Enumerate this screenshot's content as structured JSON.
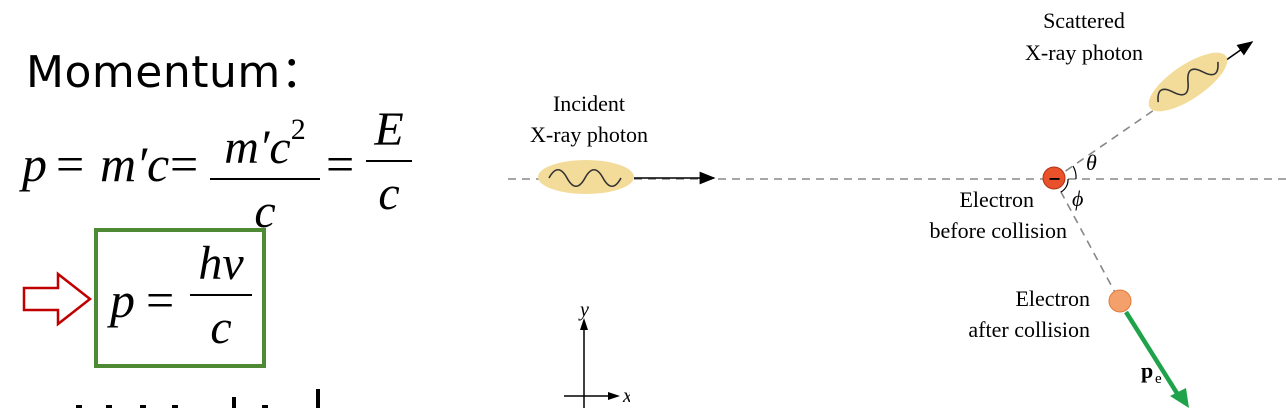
{
  "left_panel": {
    "heading": "Momentum：",
    "equation": {
      "lhs": "p",
      "term1": "m′c",
      "frac1_numerator": "m′c",
      "frac1_numerator_power": "2",
      "frac1_denominator": "c",
      "frac2_numerator": "E",
      "frac2_denominator": "c"
    },
    "result": {
      "lhs": "p",
      "numerator": "hν",
      "denominator": "c"
    },
    "partial_text": "...",
    "box_color": "#4e8a34",
    "arrow_color": "#c00000"
  },
  "axes": {
    "y_label": "y",
    "x_label": "x"
  },
  "diagram": {
    "incident_label_line1": "Incident",
    "incident_label_line2": "X-ray photon",
    "scattered_label_line1": "Scattered",
    "scattered_label_line2": "X-ray photon",
    "electron_before_line1": "Electron",
    "electron_before_line2": "before collision",
    "electron_after_line1": "Electron",
    "electron_after_line2": "after collision",
    "theta_label": "θ",
    "phi_label": "ϕ",
    "momentum_label": "p",
    "momentum_subscript": "e",
    "electron_sign": "−",
    "photon_fill": "#f3dc9a",
    "electron_before_color": "#e8512a",
    "electron_after_color": "#f4a06a",
    "momentum_color": "#1fa34a"
  }
}
